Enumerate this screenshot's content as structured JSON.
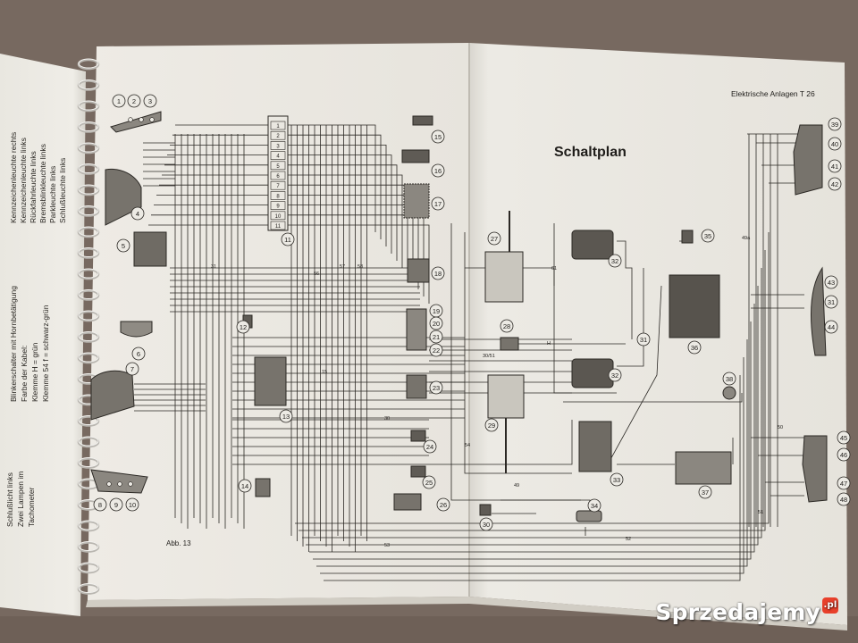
{
  "page_header": "Elektrische Anlagen  T 26",
  "diagram_title": "Schaltplan",
  "figure_label": "Abb. 13",
  "watermark": {
    "text": "Sprzedajemy",
    "suffix": ".pl"
  },
  "left_page": {
    "legend_lines": [
      "Kennzeichenleuchte rechts",
      "Kennzeichenleuchte links",
      "Rückfahrleuchte links",
      "Bremsblinkleuchte links",
      "Parkleuchte links",
      "Schlußleuchte links",
      "Blinkerschalter mit Hornbetätigung",
      "Farbe der Kabel:",
      "Klemme H   = grün",
      "Klemme 54 f = schwarz-grün",
      "Schlußlicht links",
      "Zwei Lampen im",
      "Tachometer"
    ]
  },
  "component_numbers": [
    "1",
    "2",
    "3",
    "4",
    "5",
    "6",
    "7",
    "8",
    "9",
    "10",
    "11",
    "12",
    "13",
    "14",
    "15",
    "16",
    "17",
    "18",
    "19",
    "20",
    "21",
    "22",
    "23",
    "24",
    "25",
    "26",
    "27",
    "28",
    "29",
    "30",
    "31",
    "32",
    "32",
    "33",
    "34",
    "35",
    "36",
    "37",
    "38",
    "39",
    "40",
    "41",
    "42",
    "43",
    "31",
    "44",
    "45",
    "46",
    "47",
    "48"
  ],
  "fuse_numbers": [
    "1",
    "2",
    "3",
    "4",
    "5",
    "6",
    "7",
    "8",
    "9",
    "10",
    "11"
  ],
  "wire_labels": [
    "31",
    "56",
    "57",
    "58",
    "15",
    "30",
    "54",
    "61",
    "49a",
    "49",
    "50",
    "51",
    "52",
    "53",
    "H",
    "30/51"
  ],
  "colors": {
    "background": "#7a6a60",
    "paper": "#ece9e1",
    "ink": "#26231f",
    "watermark_accent": "#e8402b"
  }
}
